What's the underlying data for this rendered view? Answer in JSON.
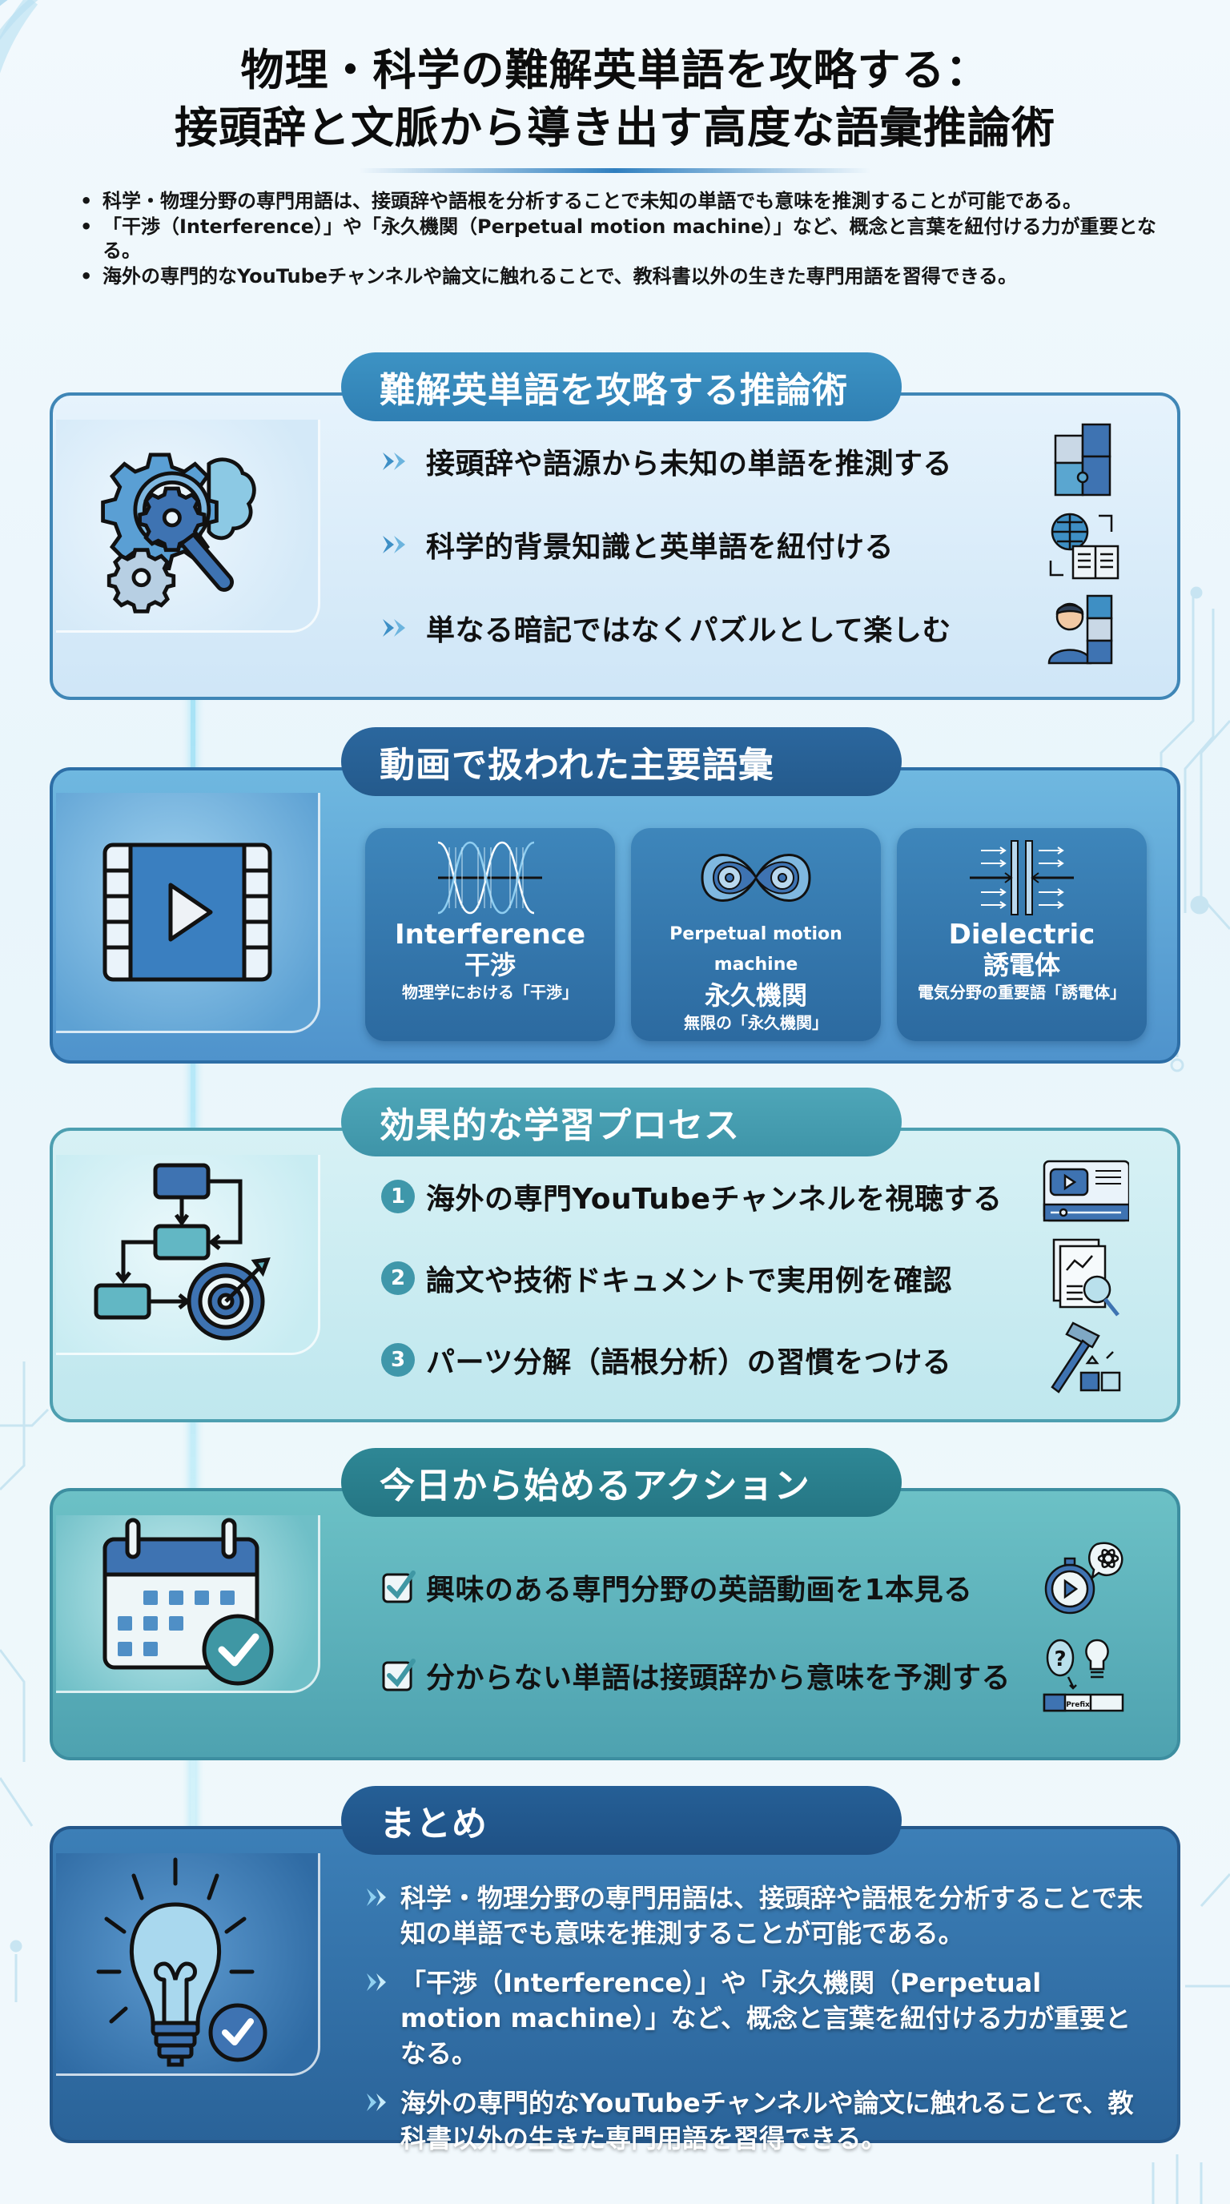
{
  "title": {
    "line1": "物理・科学の難解英単語を攻略する：",
    "line2": "接頭辞と文脈から導き出す高度な語彙推論術"
  },
  "intro": {
    "bullets": [
      "科学・物理分野の専門用語は、接頭辞や語根を分析することで未知の単語でも意味を推測することが可能である。",
      "「干渉（Interference）」や「永久機関（Perpetual motion machine）」など、概念と言葉を紐付ける力が重要となる。",
      "海外の専門的なYouTubeチャンネルや論文に触れることで、教科書以外の生きた専門用語を習得できる。"
    ]
  },
  "sections": {
    "reasoning": {
      "heading": "難解英単語を攻略する推論術",
      "icon": "gear-brain-magnifier-icon",
      "items": [
        {
          "text": "接頭辞や語源から未知の単語を推測する",
          "icon": "puzzle-icon"
        },
        {
          "text": "科学的背景知識と英単語を紐付ける",
          "icon": "globe-book-icon"
        },
        {
          "text": "単なる暗記ではなくパズルとして楽しむ",
          "icon": "person-puzzle-icon"
        }
      ],
      "colors": {
        "accent": "#3d93c4",
        "border": "#3f86b6",
        "bg": "#dcedf9"
      }
    },
    "vocabulary": {
      "heading": "動画で扱われた主要語彙",
      "icon": "video-film-icon",
      "cards": [
        {
          "en": "Interference",
          "ja": "干渉",
          "desc": "物理学における「干渉」",
          "icon": "wave-interference-icon"
        },
        {
          "en": "Perpetual motion machine",
          "ja": "永久機関",
          "desc": "無限の「永久機関」",
          "icon": "infinity-gears-icon"
        },
        {
          "en": "Dielectric",
          "ja": "誘電体",
          "desc": "電気分野の重要語「誘電体」",
          "icon": "capacitor-field-icon"
        }
      ],
      "colors": {
        "accent": "#2b679e",
        "border": "#2d6ea6",
        "bg": "#5fa6d6"
      }
    },
    "process": {
      "heading": "効果的な学習プロセス",
      "icon": "flowchart-target-icon",
      "steps": [
        {
          "num": "1",
          "text": "海外の専門YouTubeチャンネルを視聴する",
          "icon": "video-player-icon"
        },
        {
          "num": "2",
          "text": "論文や技術ドキュメントで実用例を確認",
          "icon": "document-search-icon"
        },
        {
          "num": "3",
          "text": "パーツ分解（語根分析）の習慣をつける",
          "icon": "hammer-blocks-icon"
        }
      ],
      "colors": {
        "accent": "#4ea6b8",
        "border": "#4d9fb0",
        "bg": "#cdeef3"
      }
    },
    "action": {
      "heading": "今日から始めるアクション",
      "icon": "calendar-check-icon",
      "items": [
        {
          "text": "興味のある専門分野の英語動画を1本見る",
          "checked": true,
          "icon": "stopwatch-atom-icon"
        },
        {
          "text": "分からない単語は接頭辞から意味を予測する",
          "checked": true,
          "icon": "question-lightbulb-icon",
          "icon_labels": [
            "?",
            "Prefix"
          ]
        }
      ],
      "colors": {
        "accent": "#2e8795",
        "border": "#3d8ea0",
        "bg": "#5db2bc"
      }
    },
    "summary": {
      "heading": "まとめ",
      "icon": "lightbulb-check-icon",
      "items": [
        "科学・物理分野の専門用語は、接頭辞や語根を分析することで未知の単語でも意味を推測することが可能である。",
        "「干渉（Interference）」や「永久機関（Perpetual motion machine）」など、概念と言葉を紐付ける力が重要となる。",
        "海外の専門的なYouTubeチャンネルや論文に触れることで、教科書以外の生きた専門用語を習得できる。"
      ],
      "colors": {
        "accent": "#255f96",
        "border": "#24578a",
        "bg": "#3472aa"
      }
    }
  }
}
